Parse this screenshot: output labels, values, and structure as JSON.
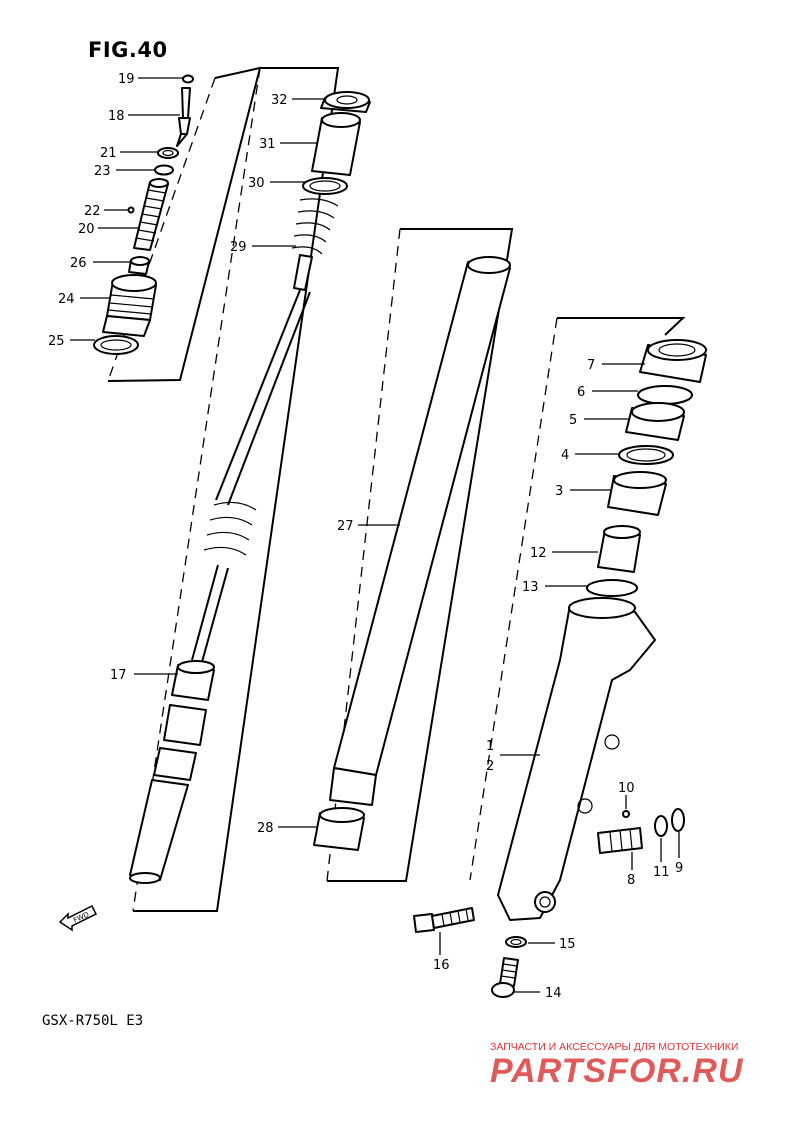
{
  "figure": {
    "title": "FIG.40",
    "model": "GSX-R750L  E3"
  },
  "watermark": {
    "text": "ЗАПЧАСТИ И АКСЕССУАРЫ ДЛЯ МОТОТЕХНИКИ",
    "logo": "PARTSFOR.RU",
    "color": "#e05a5a"
  },
  "fwd_label": "FWD",
  "callouts": [
    {
      "id": "19",
      "text": "19"
    },
    {
      "id": "18",
      "text": "18"
    },
    {
      "id": "21",
      "text": "21"
    },
    {
      "id": "23",
      "text": "23"
    },
    {
      "id": "22",
      "text": "22"
    },
    {
      "id": "20",
      "text": "20"
    },
    {
      "id": "26",
      "text": "26"
    },
    {
      "id": "24",
      "text": "24"
    },
    {
      "id": "25",
      "text": "25"
    },
    {
      "id": "32",
      "text": "32"
    },
    {
      "id": "31",
      "text": "31"
    },
    {
      "id": "30",
      "text": "30"
    },
    {
      "id": "29",
      "text": "29"
    },
    {
      "id": "27",
      "text": "27"
    },
    {
      "id": "17",
      "text": "17"
    },
    {
      "id": "28",
      "text": "28"
    },
    {
      "id": "7",
      "text": "7"
    },
    {
      "id": "6",
      "text": "6"
    },
    {
      "id": "5",
      "text": "5"
    },
    {
      "id": "4",
      "text": "4"
    },
    {
      "id": "3",
      "text": "3"
    },
    {
      "id": "12",
      "text": "12"
    },
    {
      "id": "13",
      "text": "13"
    },
    {
      "id": "1",
      "text": "1"
    },
    {
      "id": "2",
      "text": "2"
    },
    {
      "id": "10",
      "text": "10"
    },
    {
      "id": "8",
      "text": "8"
    },
    {
      "id": "11",
      "text": "11"
    },
    {
      "id": "9",
      "text": "9"
    },
    {
      "id": "16",
      "text": "16"
    },
    {
      "id": "15",
      "text": "15"
    },
    {
      "id": "14",
      "text": "14"
    }
  ]
}
